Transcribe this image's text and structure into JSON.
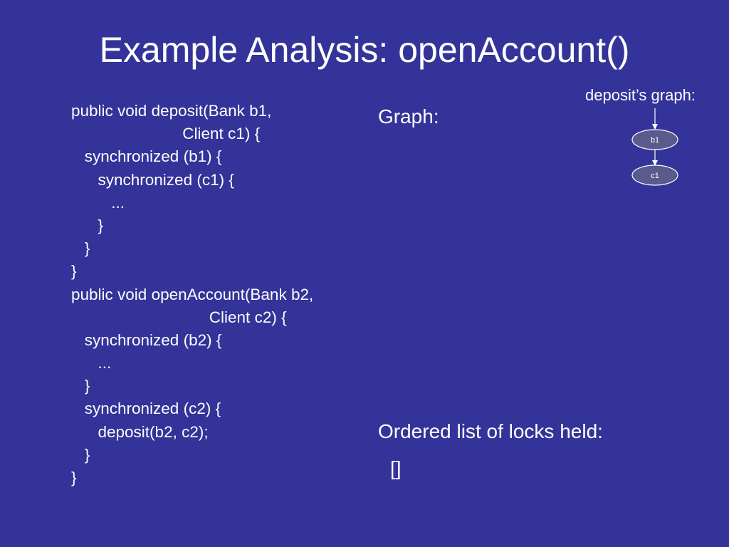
{
  "slide": {
    "title": "Example Analysis: openAccount()",
    "background_color": "#333399",
    "node_fill": "#5a5a8c",
    "node_stroke": "#ffffff"
  },
  "code_lines": [
    "public void deposit(Bank b1,",
    "                         Client c1) {",
    "   synchronized (b1) {",
    "      synchronized (c1) {",
    "         ...",
    "      }",
    "   }",
    "}",
    "public void openAccount(Bank b2,",
    "                               Client c2) {",
    "   synchronized (b2) {",
    "      ...",
    "   }",
    "   synchronized (c2) {",
    "      deposit(b2, c2);",
    "   }",
    "}"
  ],
  "graph_panel": {
    "label": "Graph:"
  },
  "deposit_graph": {
    "label": "deposit’s graph:",
    "nodes": [
      {
        "label": "b1"
      },
      {
        "label": "c1"
      }
    ]
  },
  "locks": {
    "label": "Ordered list of locks held:",
    "value": "[]"
  }
}
